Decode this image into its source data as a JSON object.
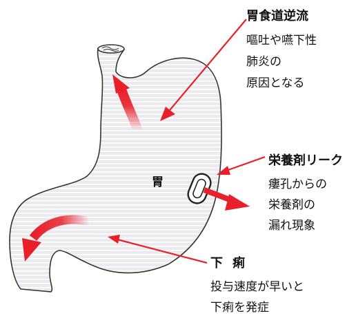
{
  "diagram": {
    "stomach_label": "胃",
    "reflux": {
      "title": "胃食道逆流",
      "lines": [
        "嘔吐や嚥下性",
        "肺炎の",
        "原因となる"
      ]
    },
    "leak": {
      "title": "栄養剤リーク",
      "lines": [
        "瘻孔からの",
        "栄養剤の",
        "漏れ現象"
      ]
    },
    "diarrhea": {
      "title": "下痢",
      "lines": [
        "投与速度が早いと",
        "下痢を発症"
      ]
    },
    "colors": {
      "arrow": "#e8202a",
      "stomach_fill": "#ebebef",
      "stripe": "#ffffff",
      "outline": "#333333"
    }
  }
}
